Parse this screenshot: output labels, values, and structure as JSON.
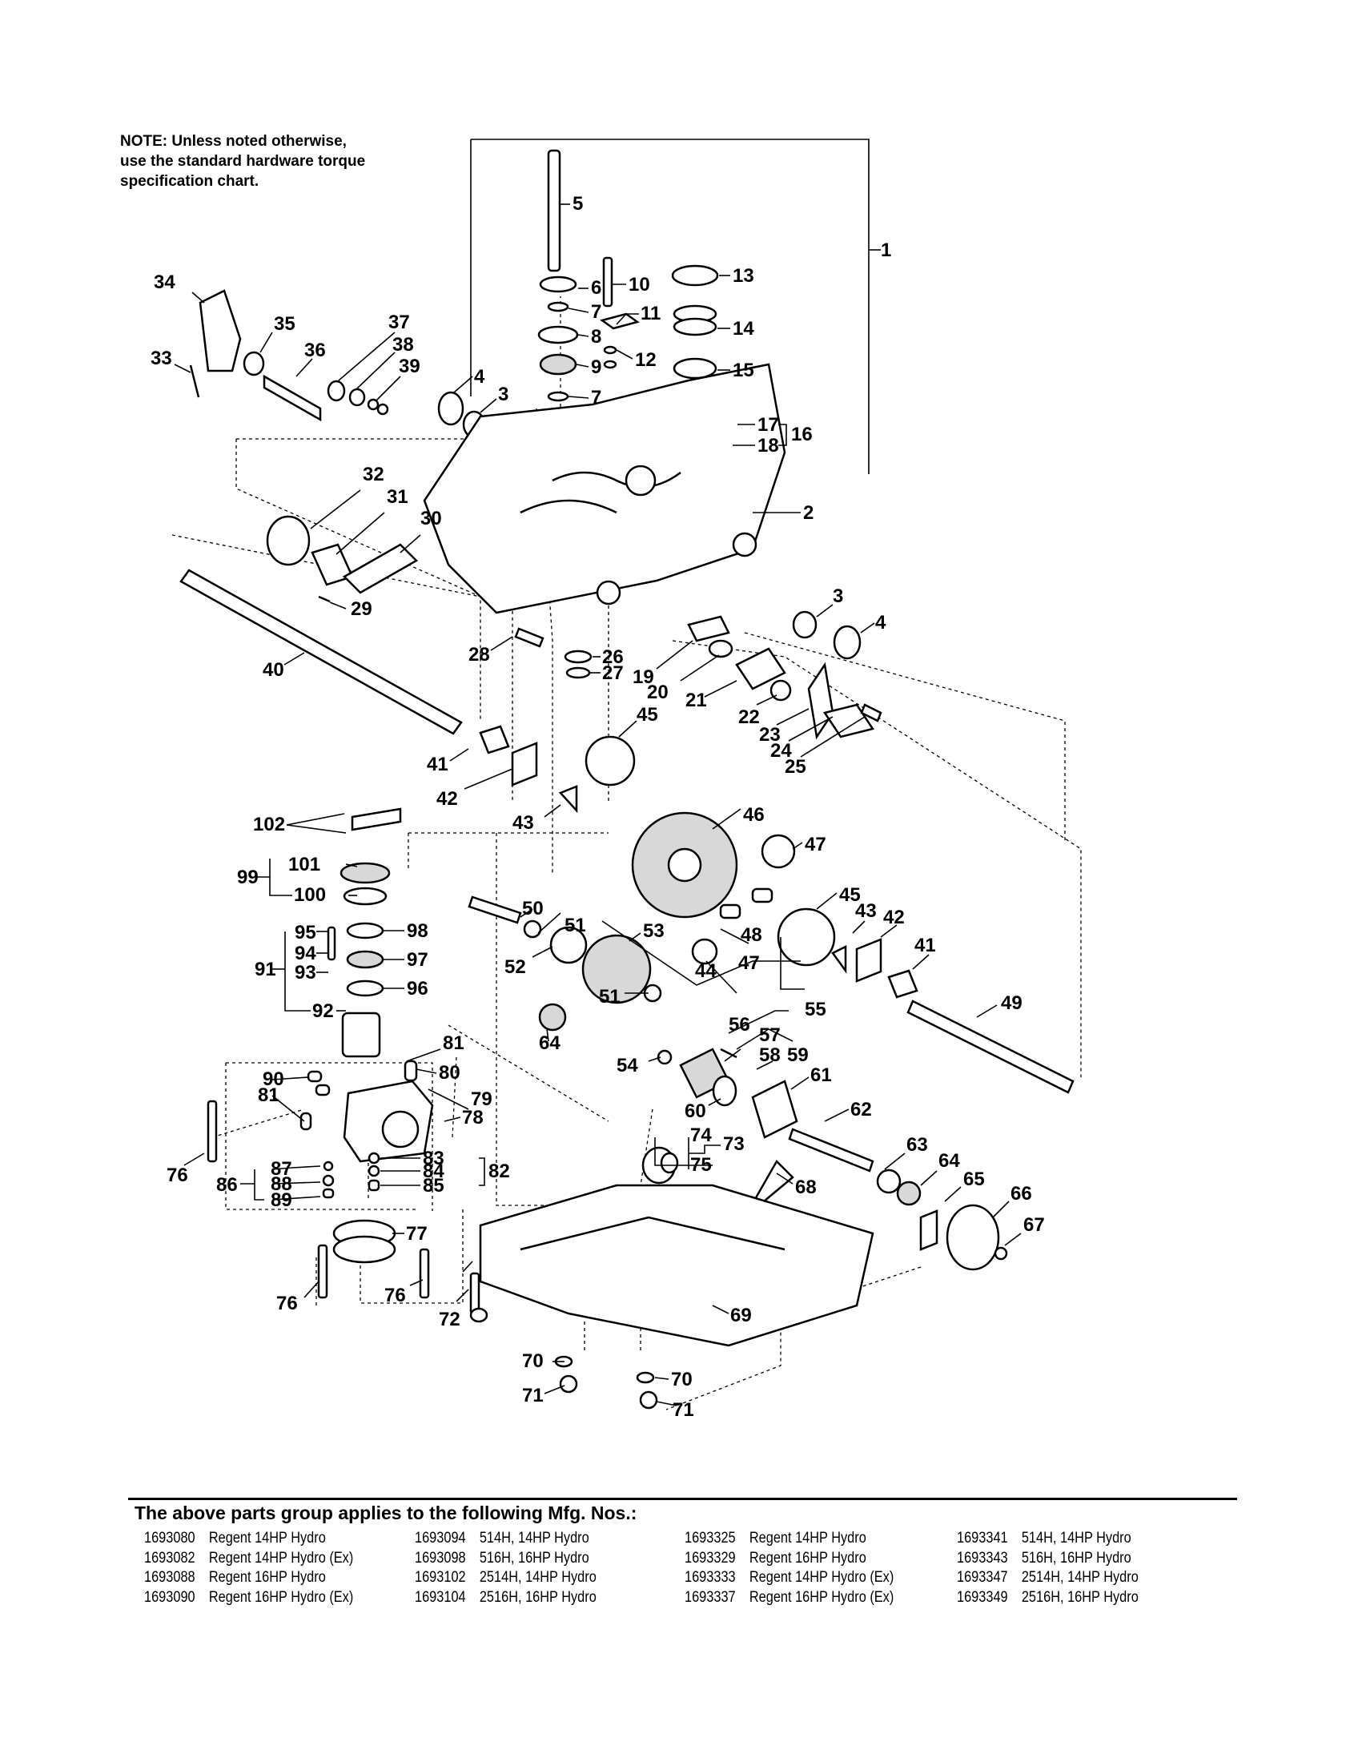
{
  "note": {
    "lines": [
      "NOTE: Unless noted otherwise,",
      "use the standard hardware torque",
      "specification chart."
    ]
  },
  "callouts": [
    "1",
    "2",
    "3",
    "3",
    "4",
    "4",
    "5",
    "6",
    "7",
    "7",
    "8",
    "9",
    "10",
    "11",
    "12",
    "13",
    "14",
    "15",
    "16",
    "17",
    "18",
    "19",
    "20",
    "21",
    "22",
    "23",
    "24",
    "25",
    "26",
    "27",
    "28",
    "29",
    "30",
    "31",
    "32",
    "33",
    "34",
    "35",
    "36",
    "37",
    "38",
    "39",
    "40",
    "41",
    "41",
    "42",
    "42",
    "43",
    "43",
    "44",
    "45",
    "45",
    "46",
    "47",
    "47",
    "48",
    "49",
    "50",
    "51",
    "51",
    "52",
    "53",
    "54",
    "55",
    "56",
    "57",
    "58",
    "59",
    "60",
    "61",
    "62",
    "63",
    "64",
    "64",
    "65",
    "66",
    "67",
    "68",
    "69",
    "70",
    "70",
    "71",
    "71",
    "72",
    "73",
    "74",
    "75",
    "76",
    "76",
    "76",
    "77",
    "78",
    "79",
    "80",
    "81",
    "81",
    "82",
    "83",
    "84",
    "85",
    "86",
    "87",
    "88",
    "89",
    "90",
    "91",
    "92",
    "93",
    "94",
    "95",
    "96",
    "97",
    "98",
    "99",
    "100",
    "101",
    "102"
  ],
  "applies_heading": "The above parts group applies to the following Mfg. Nos.:",
  "mfg_columns": [
    [
      {
        "num": "1693080",
        "desc": "Regent 14HP Hydro"
      },
      {
        "num": "1693082",
        "desc": "Regent 14HP Hydro (Ex)"
      },
      {
        "num": "1693088",
        "desc": "Regent 16HP Hydro"
      },
      {
        "num": "1693090",
        "desc": "Regent 16HP Hydro (Ex)"
      }
    ],
    [
      {
        "num": "1693094",
        "desc": "514H, 14HP Hydro"
      },
      {
        "num": "1693098",
        "desc": "516H, 16HP Hydro"
      },
      {
        "num": "1693102",
        "desc": "2514H, 14HP Hydro"
      },
      {
        "num": "1693104",
        "desc": "2516H, 16HP Hydro"
      }
    ],
    [
      {
        "num": "1693325",
        "desc": "Regent 14HP Hydro"
      },
      {
        "num": "1693329",
        "desc": "Regent 16HP Hydro"
      },
      {
        "num": "1693333",
        "desc": "Regent 14HP Hydro (Ex)"
      },
      {
        "num": "1693337",
        "desc": "Regent 16HP Hydro (Ex)"
      }
    ],
    [
      {
        "num": "1693341",
        "desc": "514H, 14HP Hydro"
      },
      {
        "num": "1693343",
        "desc": "516H, 16HP Hydro"
      },
      {
        "num": "1693347",
        "desc": "2514H, 14HP Hydro"
      },
      {
        "num": "1693349",
        "desc": "2516H, 16HP Hydro"
      }
    ]
  ]
}
